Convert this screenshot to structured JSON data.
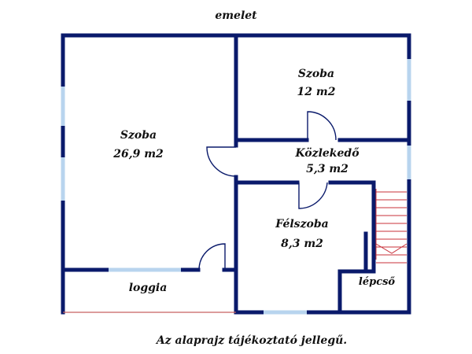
{
  "plan": {
    "floor_title": "emelet",
    "disclaimer": "Az alaprajz tájékoztató jellegű.",
    "rooms": [
      {
        "id": "szoba-large",
        "name": "Szoba",
        "area": "26,9 m2"
      },
      {
        "id": "szoba-small",
        "name": "Szoba",
        "area": "12 m2"
      },
      {
        "id": "kozlekedo",
        "name": "Közlekedő",
        "area": "5,3 m2"
      },
      {
        "id": "felszoba",
        "name": "Félszoba",
        "area": "8,3 m2"
      },
      {
        "id": "loggia",
        "name": "loggia"
      },
      {
        "id": "lepcso",
        "name": "lépcső"
      }
    ]
  },
  "colors": {
    "wall": "#0a1a6b",
    "window": "#b8d4ee",
    "stair": "#c8303a",
    "text": "#111111"
  }
}
